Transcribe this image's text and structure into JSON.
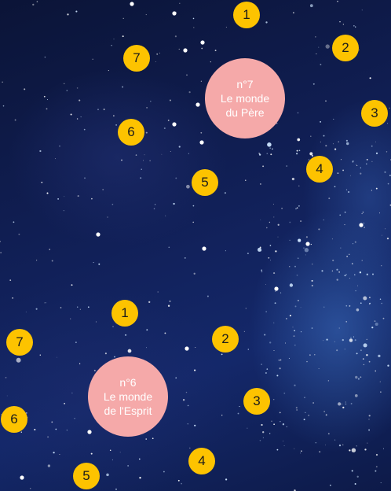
{
  "background": {
    "description_color": "#11205a"
  },
  "colors": {
    "badge": "#fdc300",
    "world_circle": "#f5a9a9"
  },
  "world7": {
    "number": "n°7",
    "line1": "Le monde",
    "line2": "du Père",
    "levels": [
      "1",
      "2",
      "3",
      "4",
      "5",
      "6",
      "7"
    ]
  },
  "world6": {
    "number": "n°6",
    "line1": "Le monde",
    "line2": "de l'Esprit",
    "levels": [
      "1",
      "2",
      "3",
      "4",
      "5",
      "6",
      "7"
    ]
  }
}
